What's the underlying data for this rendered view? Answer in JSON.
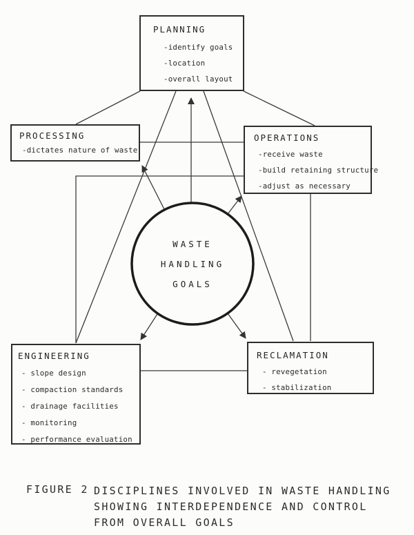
{
  "figure": {
    "caption_label": "FIGURE 2",
    "caption_lines": [
      "DISCIPLINES INVOLVED IN WASTE HANDLING",
      "SHOWING INTERDEPENDENCE AND CONTROL",
      "FROM OVERALL GOALS"
    ]
  },
  "center": {
    "lines": [
      "WASTE",
      "HANDLING",
      "GOALS"
    ]
  },
  "boxes": {
    "planning": {
      "title": "PLANNING",
      "items": [
        "-identify goals",
        "-location",
        "-overall layout"
      ]
    },
    "processing": {
      "title": "PROCESSING",
      "items": [
        "-dictates nature of waste"
      ]
    },
    "operations": {
      "title": "OPERATIONS",
      "items": [
        "-receive waste",
        "-build retaining structure",
        "-adjust as necessary"
      ]
    },
    "engineering": {
      "title": "ENGINEERING",
      "items": [
        "- slope design",
        "- compaction standards",
        "- drainage facilities",
        "- monitoring",
        "- performance evaluation"
      ]
    },
    "reclamation": {
      "title": "RECLAMATION",
      "items": [
        "- revegetation",
        "- stabilization"
      ]
    }
  },
  "colors": {
    "ink": "#2d2d2d",
    "line": "#3a3a3a",
    "paper": "#fcfcfa"
  }
}
